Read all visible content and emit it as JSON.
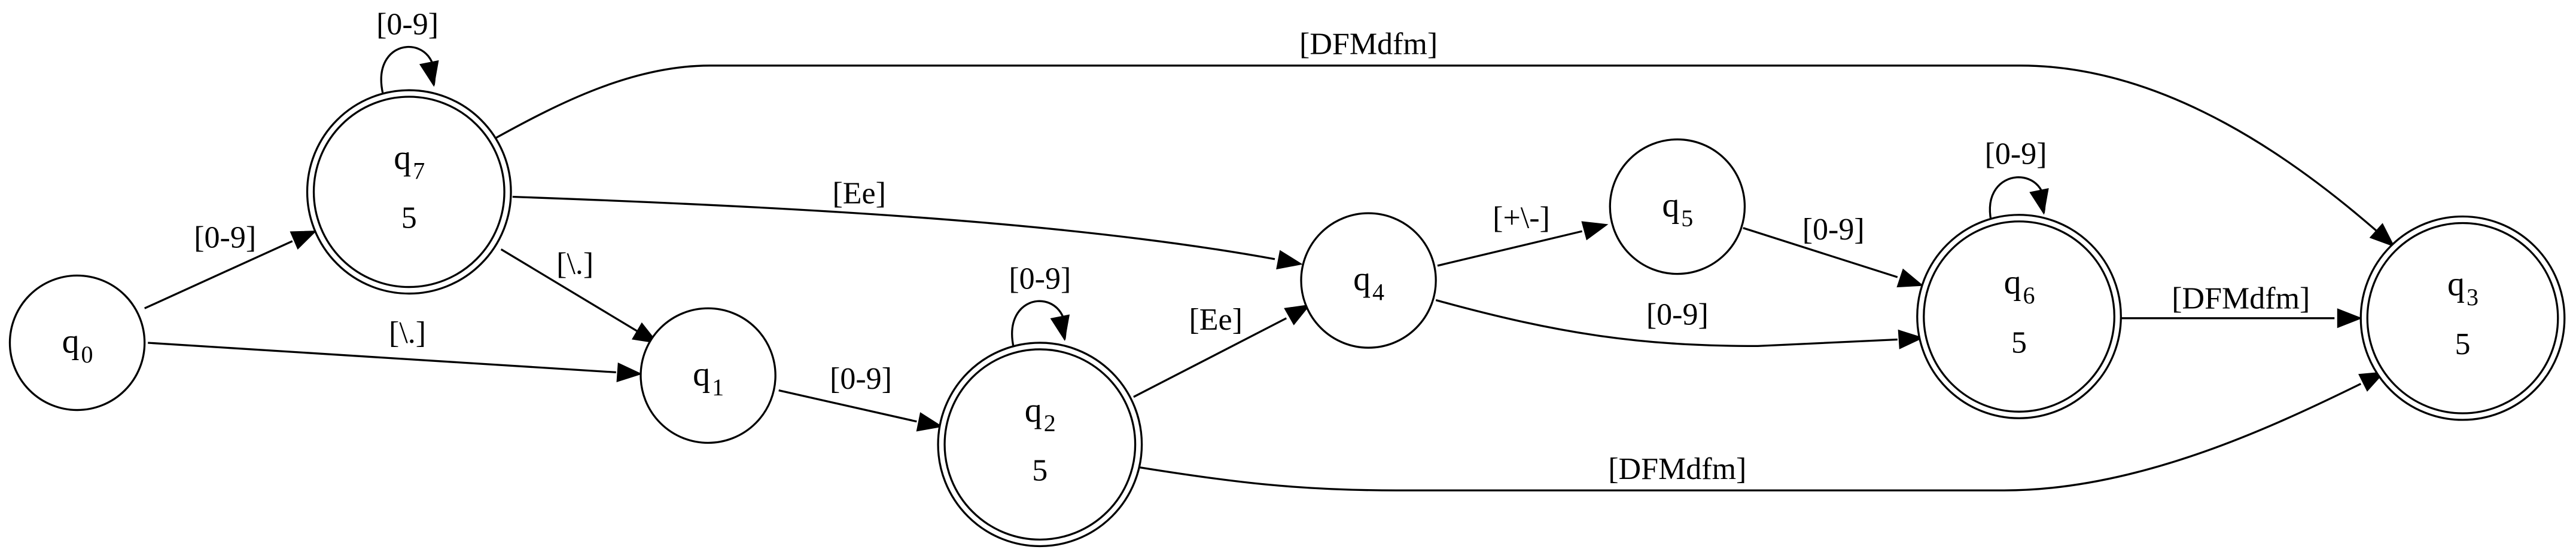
{
  "states": [
    {
      "id": "q0",
      "name": "q",
      "sub": "0",
      "value": "",
      "accepting": false
    },
    {
      "id": "q1",
      "name": "q",
      "sub": "1",
      "value": "",
      "accepting": false
    },
    {
      "id": "q2",
      "name": "q",
      "sub": "2",
      "value": "5",
      "accepting": true
    },
    {
      "id": "q3",
      "name": "q",
      "sub": "3",
      "value": "5",
      "accepting": true
    },
    {
      "id": "q4",
      "name": "q",
      "sub": "4",
      "value": "",
      "accepting": false
    },
    {
      "id": "q5",
      "name": "q",
      "sub": "5",
      "value": "",
      "accepting": false
    },
    {
      "id": "q6",
      "name": "q",
      "sub": "6",
      "value": "5",
      "accepting": true
    },
    {
      "id": "q7",
      "name": "q",
      "sub": "7",
      "value": "5",
      "accepting": true
    }
  ],
  "edges": [
    {
      "id": "q0-q7",
      "from": "q0",
      "to": "q7",
      "label": "[0-9]"
    },
    {
      "id": "q0-q1",
      "from": "q0",
      "to": "q1",
      "label": "[\\.]"
    },
    {
      "id": "q7-q7",
      "from": "q7",
      "to": "q7",
      "label": "[0-9]"
    },
    {
      "id": "q7-q3",
      "from": "q7",
      "to": "q3",
      "label": "[DFMdfm]"
    },
    {
      "id": "q7-q4",
      "from": "q7",
      "to": "q4",
      "label": "[Ee]"
    },
    {
      "id": "q7-q1",
      "from": "q7",
      "to": "q1",
      "label": "[\\.]"
    },
    {
      "id": "q1-q2",
      "from": "q1",
      "to": "q2",
      "label": "[0-9]"
    },
    {
      "id": "q2-q2",
      "from": "q2",
      "to": "q2",
      "label": "[0-9]"
    },
    {
      "id": "q2-q4",
      "from": "q2",
      "to": "q4",
      "label": "[Ee]"
    },
    {
      "id": "q2-q3",
      "from": "q2",
      "to": "q3",
      "label": "[DFMdfm]"
    },
    {
      "id": "q4-q5",
      "from": "q4",
      "to": "q5",
      "label": "[+\\-]"
    },
    {
      "id": "q4-q6",
      "from": "q4",
      "to": "q6",
      "label": "[0-9]"
    },
    {
      "id": "q5-q6",
      "from": "q5",
      "to": "q6",
      "label": "[0-9]"
    },
    {
      "id": "q6-q6",
      "from": "q6",
      "to": "q6",
      "label": "[0-9]"
    },
    {
      "id": "q6-q3",
      "from": "q6",
      "to": "q3",
      "label": "[DFMdfm]"
    }
  ]
}
